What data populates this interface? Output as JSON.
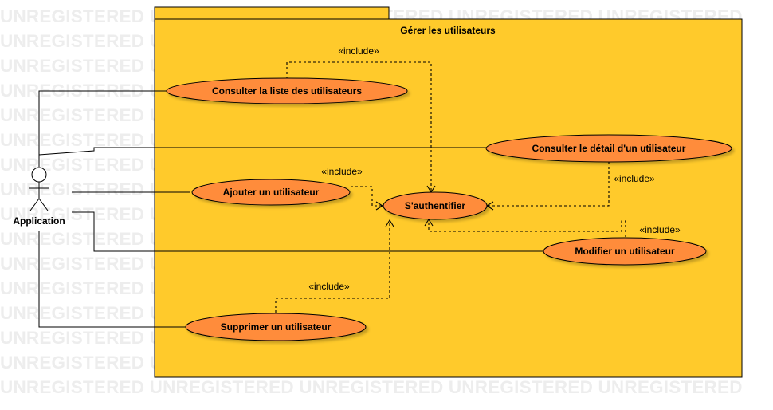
{
  "watermark": "UNREGISTERED UNREGISTERED UNREGISTERED UNREGISTERED UNREGISTERED",
  "package": {
    "title": "Gérer les utilisateurs"
  },
  "actor": {
    "label": "Application"
  },
  "use_cases": {
    "consulter_liste": "Consulter la liste des utilisateurs",
    "consulter_detail": "Consulter le détail d'un utilisateur",
    "ajouter": "Ajouter un utilisateur",
    "authentifier": "S'authentifier",
    "modifier": "Modifier un utilisateur",
    "supprimer": "Supprimer un utilisateur"
  },
  "relations": {
    "include_liste": "«include»",
    "include_ajouter": "«include»",
    "include_detail": "«include»",
    "include_modifier": "«include»",
    "include_supprimer": "«include»"
  },
  "colors": {
    "package_fill": "#FFCA2B",
    "usecase_fill": "#FF8C3B",
    "stroke": "#000000",
    "watermark": "#ededed"
  }
}
